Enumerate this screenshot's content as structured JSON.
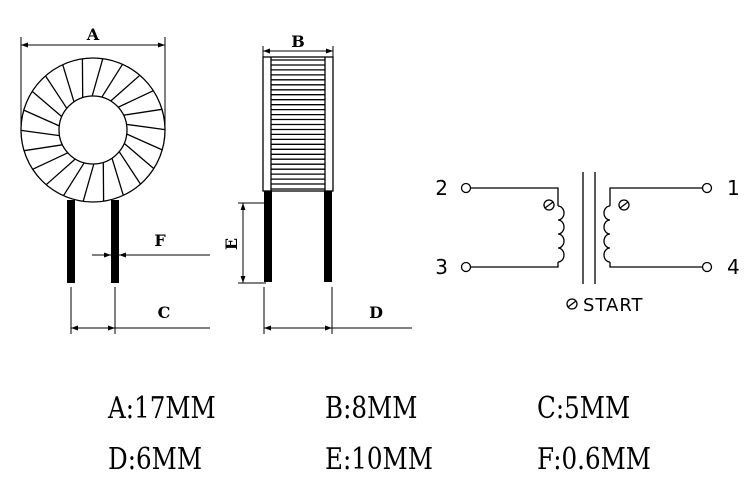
{
  "drawing": {
    "dimension_letters": {
      "a": "A",
      "b": "B",
      "c": "C",
      "d": "D",
      "e": "E",
      "f": "F"
    },
    "pins": {
      "p1": "1",
      "p2": "2",
      "p3": "3",
      "p4": "4"
    },
    "start_label": "START"
  },
  "specs": [
    {
      "text": "A:17MM"
    },
    {
      "text": "B:8MM"
    },
    {
      "text": "C:5MM"
    },
    {
      "text": "D:6MM"
    },
    {
      "text": "E:10MM"
    },
    {
      "text": "F:0.6MM"
    }
  ]
}
